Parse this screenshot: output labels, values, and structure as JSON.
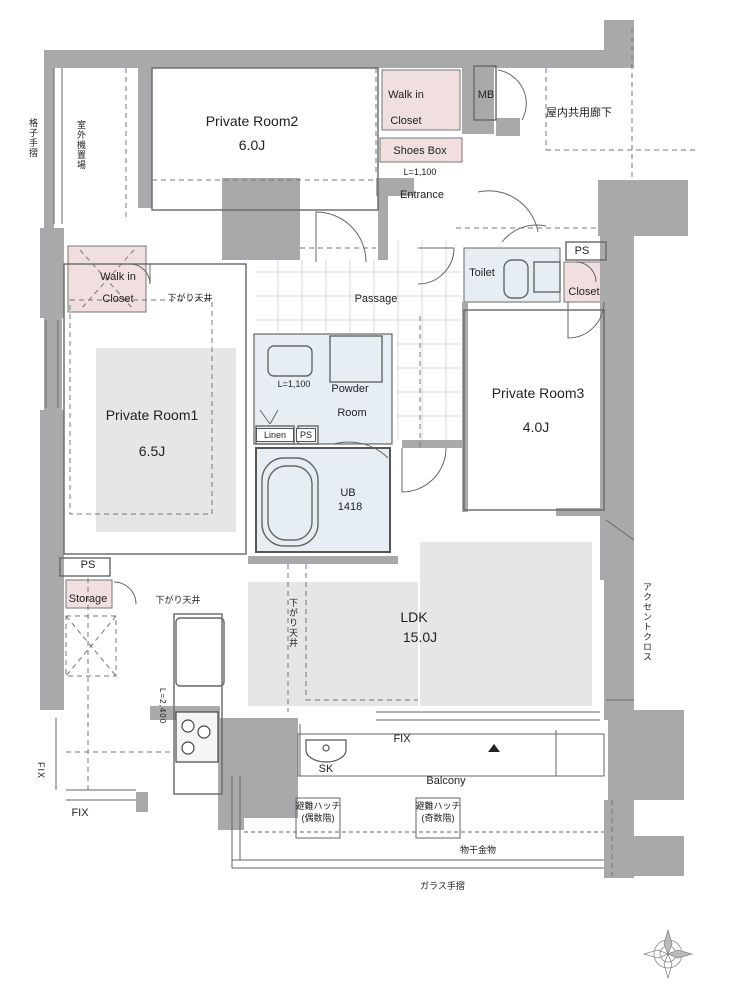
{
  "rooms": {
    "private_room1": {
      "name": "Private Room1",
      "size": "6.5J"
    },
    "private_room2": {
      "name": "Private Room2",
      "size": "6.0J"
    },
    "private_room3": {
      "name": "Private Room3",
      "size": "4.0J"
    },
    "ldk": {
      "name": "LDK",
      "size": "15.0J"
    }
  },
  "labels": {
    "walk_in": "Walk in",
    "closet": "Closet",
    "shoes_box": "Shoes Box",
    "entrance": "Entrance",
    "l1100": "L=1,100",
    "passage": "Passage",
    "toilet": "Toilet",
    "ps": "PS",
    "mb": "MB",
    "powder": "Powder",
    "room": "Room",
    "l1100b": "L=1,100",
    "linen": "Linen",
    "ub": "UB",
    "ub_size": "1418",
    "storage": "Storage",
    "sagari_tenjo": "下がり天井",
    "kitchen_len": "L=2,400",
    "fix": "FIX",
    "sk": "SK",
    "balcony": "Balcony",
    "hatch_even": [
      "避難ハッチ",
      "(偶数階)"
    ],
    "hatch_odd": [
      "避難ハッチ",
      "(奇数階)"
    ],
    "monohoshi": "物干金物",
    "glass_rail": "ガラス手摺",
    "kogoshi": "格子手摺",
    "outdoor_unit": "室外機置場",
    "accent_cloth": "アクセントクロス",
    "shared_corridor": "屋内共用廊下"
  },
  "colors": {
    "wall": "#a9a9ab",
    "closet": "#f1dede",
    "bath": "#e6eef4",
    "floor": "#e6e6e6",
    "line": "#555555"
  }
}
